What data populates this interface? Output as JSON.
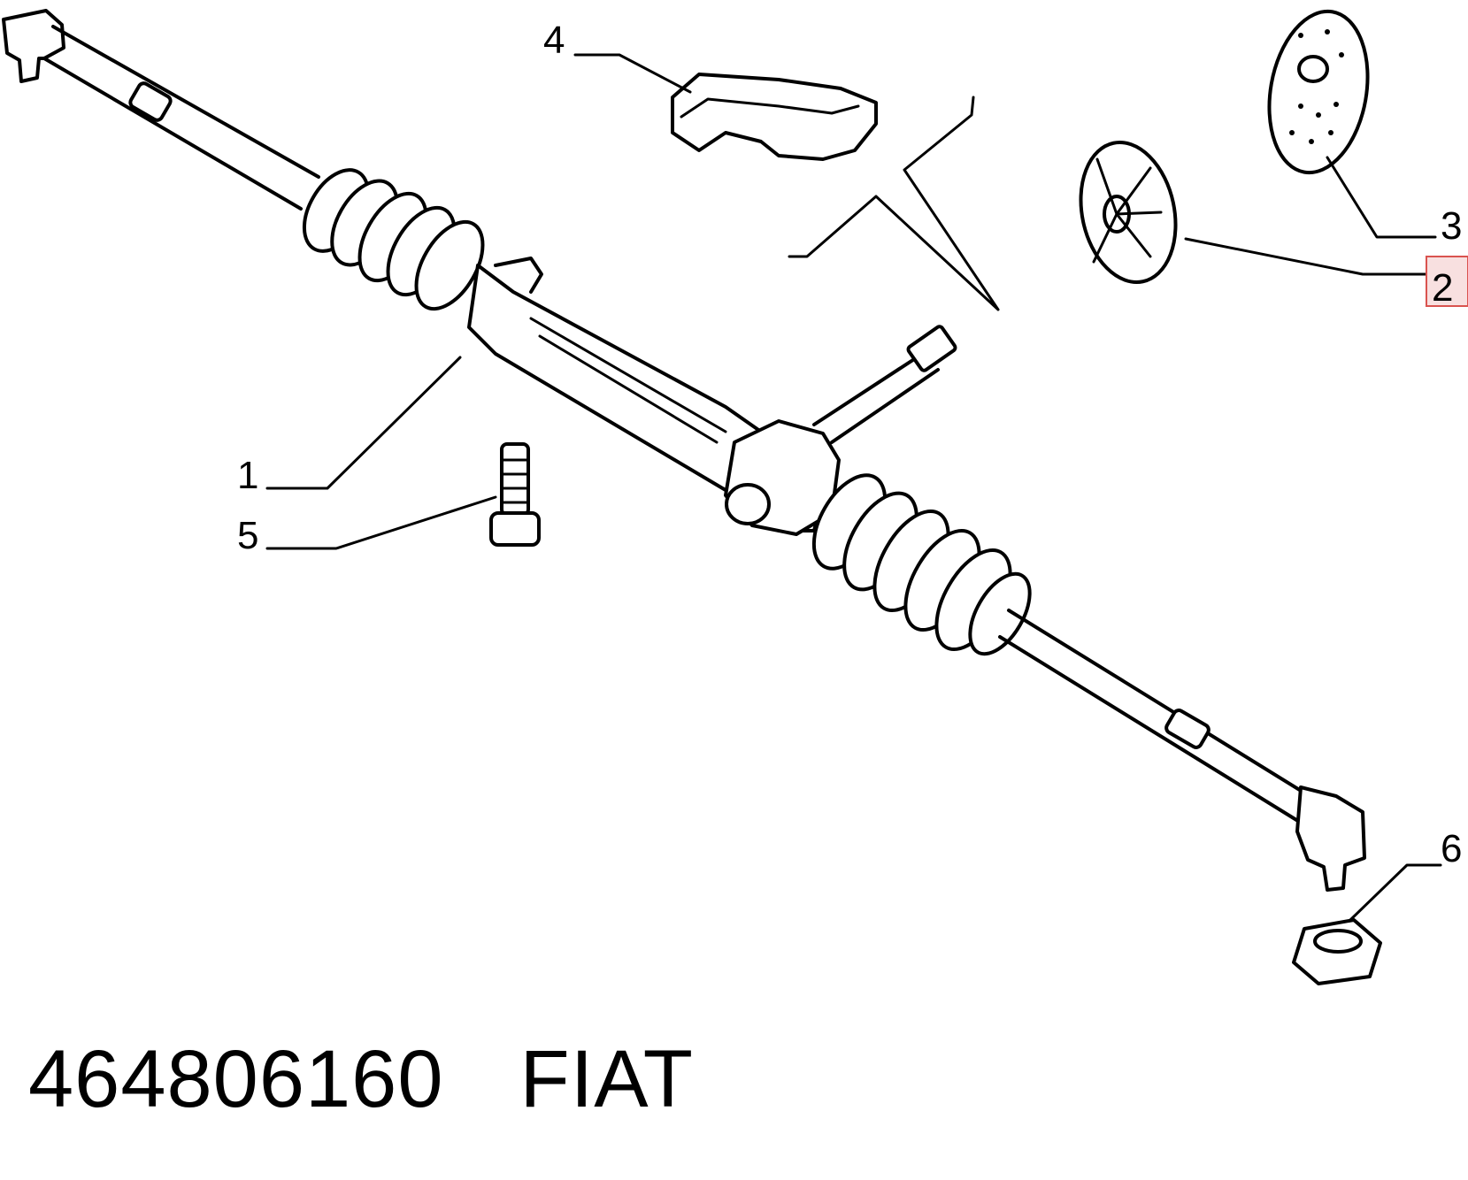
{
  "callouts": {
    "c1": "1",
    "c2": "2",
    "c3": "3",
    "c4": "4",
    "c5": "5",
    "c6": "6"
  },
  "highlighted_callout": "2",
  "highlight_color": "#d9534f",
  "footer": {
    "part_number": "464806160",
    "brand": "FIAT"
  },
  "parts": [
    {
      "callout": "1",
      "icon": "steering-rack-assembly"
    },
    {
      "callout": "2",
      "icon": "dust-cover-boot"
    },
    {
      "callout": "3",
      "icon": "grommet-seal"
    },
    {
      "callout": "4",
      "icon": "mounting-bracket"
    },
    {
      "callout": "5",
      "icon": "flange-bolt"
    },
    {
      "callout": "6",
      "icon": "hex-nut"
    }
  ]
}
